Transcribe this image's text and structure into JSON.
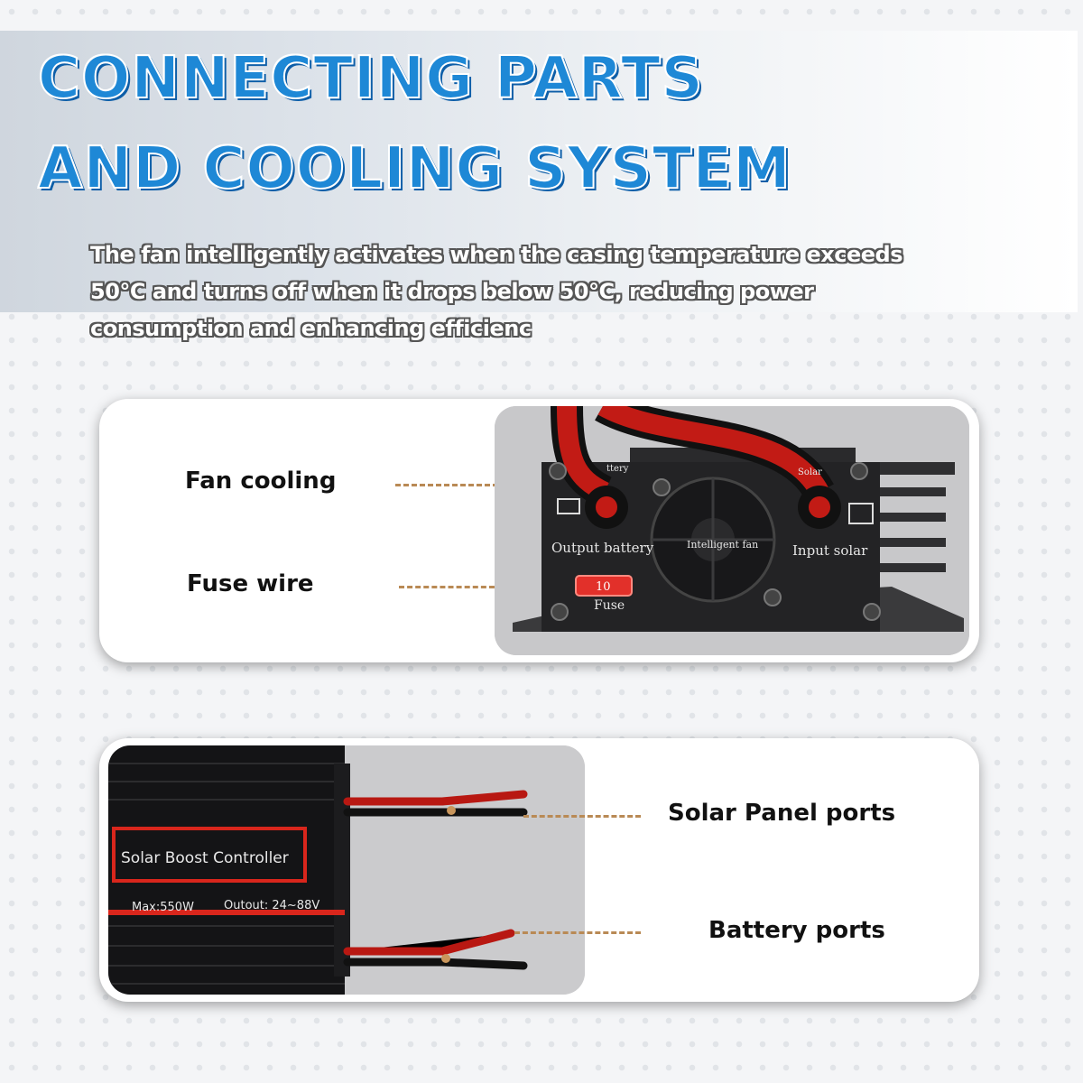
{
  "title": {
    "line1": "CONNECTING PARTS",
    "line2": "AND COOLING SYSTEM"
  },
  "description": "The fan intelligently activates when the casing temperature exceeds 50°C and turns off when it drops below 50°C, reducing power consumption and enhancing efficienc",
  "panel1": {
    "labels": {
      "fan": "Fan cooling",
      "fuse": "Fuse wire"
    },
    "photo_text": {
      "battery_top": "ttery",
      "solar_top": "Solar",
      "output_battery": "Output battery",
      "intelligent_fan": "Intelligent fan",
      "input_solar": "Input solar",
      "fuse": "Fuse",
      "fuse_rating": "10"
    }
  },
  "panel2": {
    "labels": {
      "solar": "Solar Panel ports",
      "battery": "Battery ports"
    },
    "photo_text": {
      "product_name": "Solar Boost Controller",
      "max": "Max:550W",
      "output": "Outout:  24~88V"
    }
  },
  "colors": {
    "title_blue": "#1e88d6",
    "dash_brown": "#b98a55",
    "accent_red": "#d9261c"
  }
}
